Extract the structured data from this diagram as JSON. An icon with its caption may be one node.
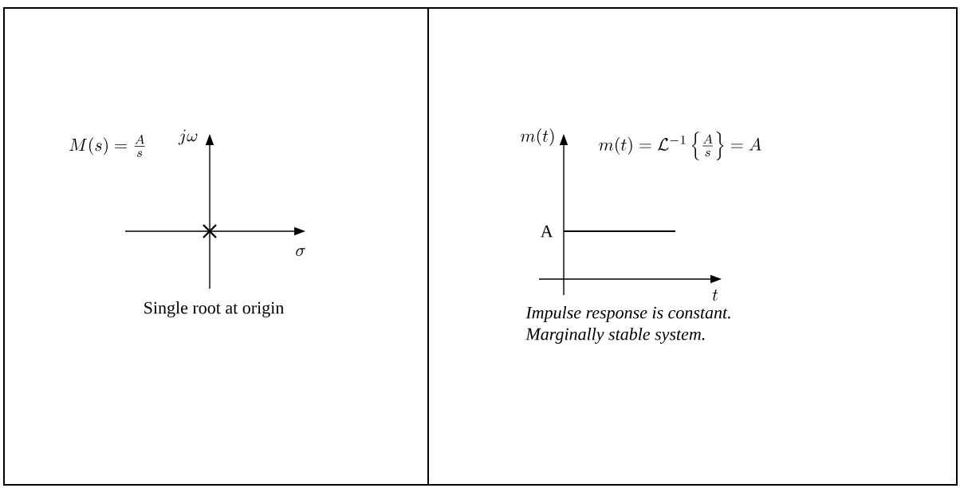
{
  "diagram": {
    "labels": [
      "M(s)=\\frac{A}{s}",
      "j\\omega",
      "\\sigma",
      "Single root at origin",
      "m(t)",
      "m(t)=\\mathcal{L}^{-1}\\left\\{\\frac{A}{s}\\right\\}=A",
      "A",
      "t",
      "Impulse response is constant.",
      "Marginally stable system."
    ]
  }
}
